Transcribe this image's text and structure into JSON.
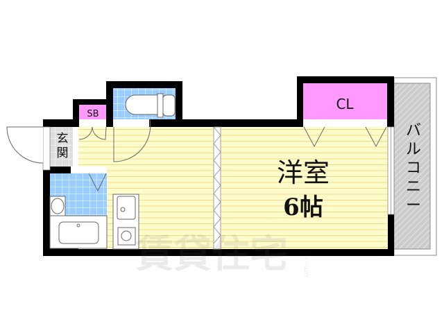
{
  "floor_plan": {
    "rooms": {
      "western_room": {
        "name": "洋室",
        "size": "6帖"
      },
      "closet": {
        "name": "CL"
      },
      "shoe_box": {
        "name": "SB"
      },
      "entrance": {
        "name_line1": "玄",
        "name_line2": "関"
      },
      "balcony": {
        "chars": [
          "バ",
          "ル",
          "コ",
          "ニ",
          "ー"
        ]
      }
    },
    "watermark": {
      "main": "賃貸住宅",
      "sub": "サービス"
    },
    "colors": {
      "wall": "#000000",
      "room_floor": "#fffccc",
      "floor_lines": "#f5d98a",
      "closet_fill": "#ff99ff",
      "tile_fill": "#99ccff",
      "entrance_fill": "#dddddd",
      "balcony_fill": "#cccccc"
    }
  }
}
